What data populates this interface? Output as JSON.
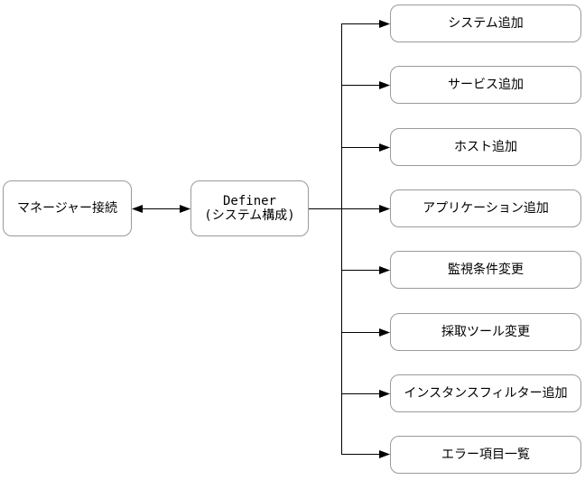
{
  "diagram": {
    "nodes": {
      "manager": {
        "label": "マネージャー接続"
      },
      "definer": {
        "label_line1": "Definer",
        "label_line2": "(システム構成)"
      }
    },
    "targets": [
      {
        "label": "システム追加"
      },
      {
        "label": "サービス追加"
      },
      {
        "label": "ホスト追加"
      },
      {
        "label": "アプリケーション追加"
      },
      {
        "label": "監視条件変更"
      },
      {
        "label": "採取ツール変更"
      },
      {
        "label": "インスタンスフィルター追加"
      },
      {
        "label": "エラー項目一覧"
      }
    ],
    "colors": {
      "box_border": "#9a9a9a",
      "connector": "#000000",
      "background": "#ffffff",
      "text": "#000000"
    }
  }
}
